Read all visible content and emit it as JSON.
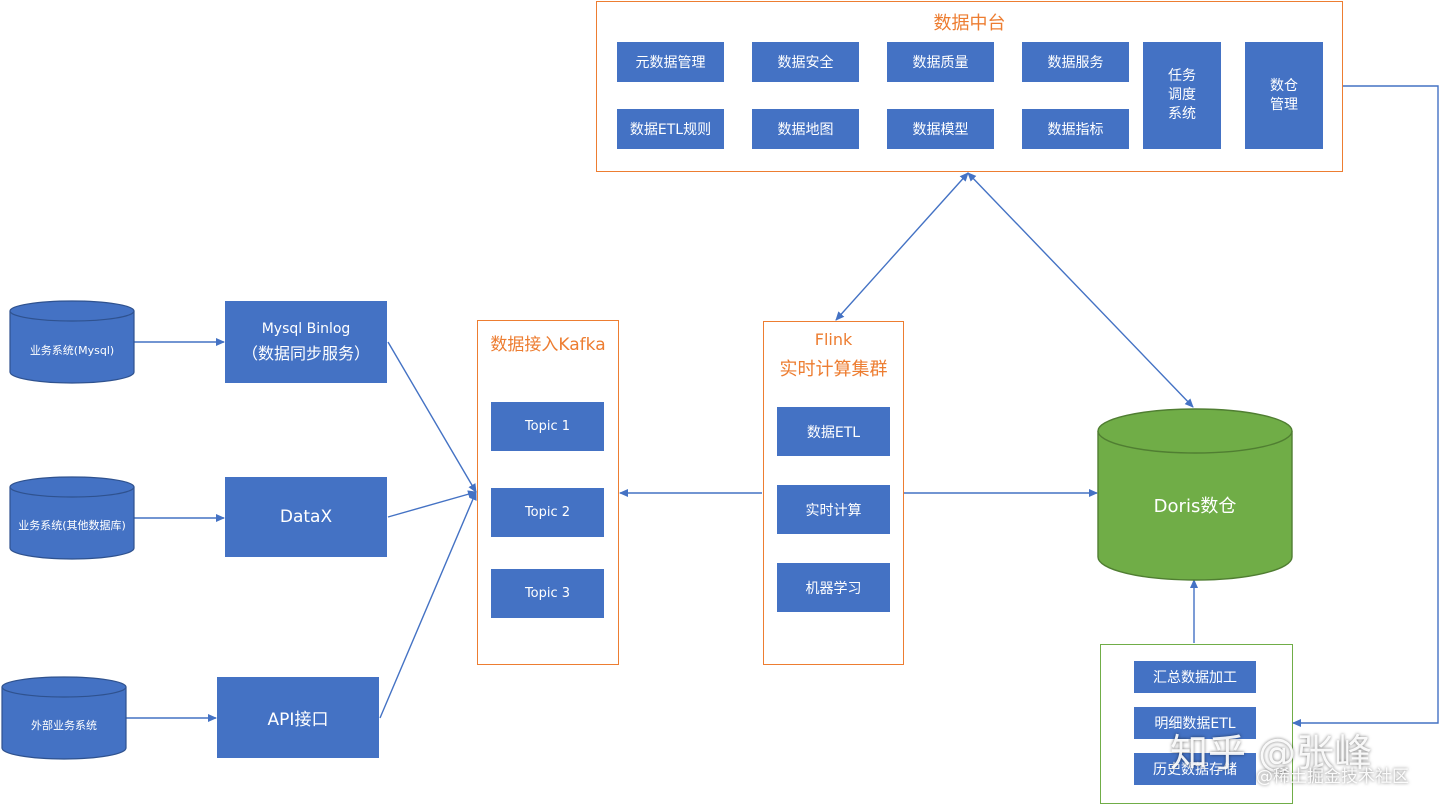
{
  "colors": {
    "box": "#4472c4",
    "frame": "#ed7d31",
    "doris": "#70ad47",
    "line": "#4472c4"
  },
  "platform": {
    "title": "数据中台",
    "items": [
      "元数据管理",
      "数据安全",
      "数据质量",
      "数据服务",
      "数据ETL规则",
      "数据地图",
      "数据模型",
      "数据指标"
    ],
    "scheduler": "任务\n调度\n系统",
    "warehouse_mgmt": "数仓\n管理"
  },
  "sources": {
    "mysql": "业务系统(Mysql)",
    "other_db": "业务系统(其他数据库)",
    "external": "外部业务系统"
  },
  "collectors": {
    "binlog_line1": "Mysql Binlog",
    "binlog_line2": "（数据同步服务）",
    "datax": "DataX",
    "api": "API接口"
  },
  "kafka": {
    "title": "数据接入Kafka",
    "topics": [
      "Topic 1",
      "Topic 2",
      "Topic 3"
    ]
  },
  "flink": {
    "title_line1": "Flink",
    "title_line2": "实时计算集群",
    "items": [
      "数据ETL",
      "实时计算",
      "机器学习"
    ]
  },
  "doris": {
    "label": "Doris数仓"
  },
  "storage": {
    "items": [
      "汇总数据加工",
      "明细数据ETL",
      "历史数据存储"
    ]
  },
  "watermark": {
    "main": "知乎 @张峰",
    "sub": "@稀土掘金技术社区"
  }
}
